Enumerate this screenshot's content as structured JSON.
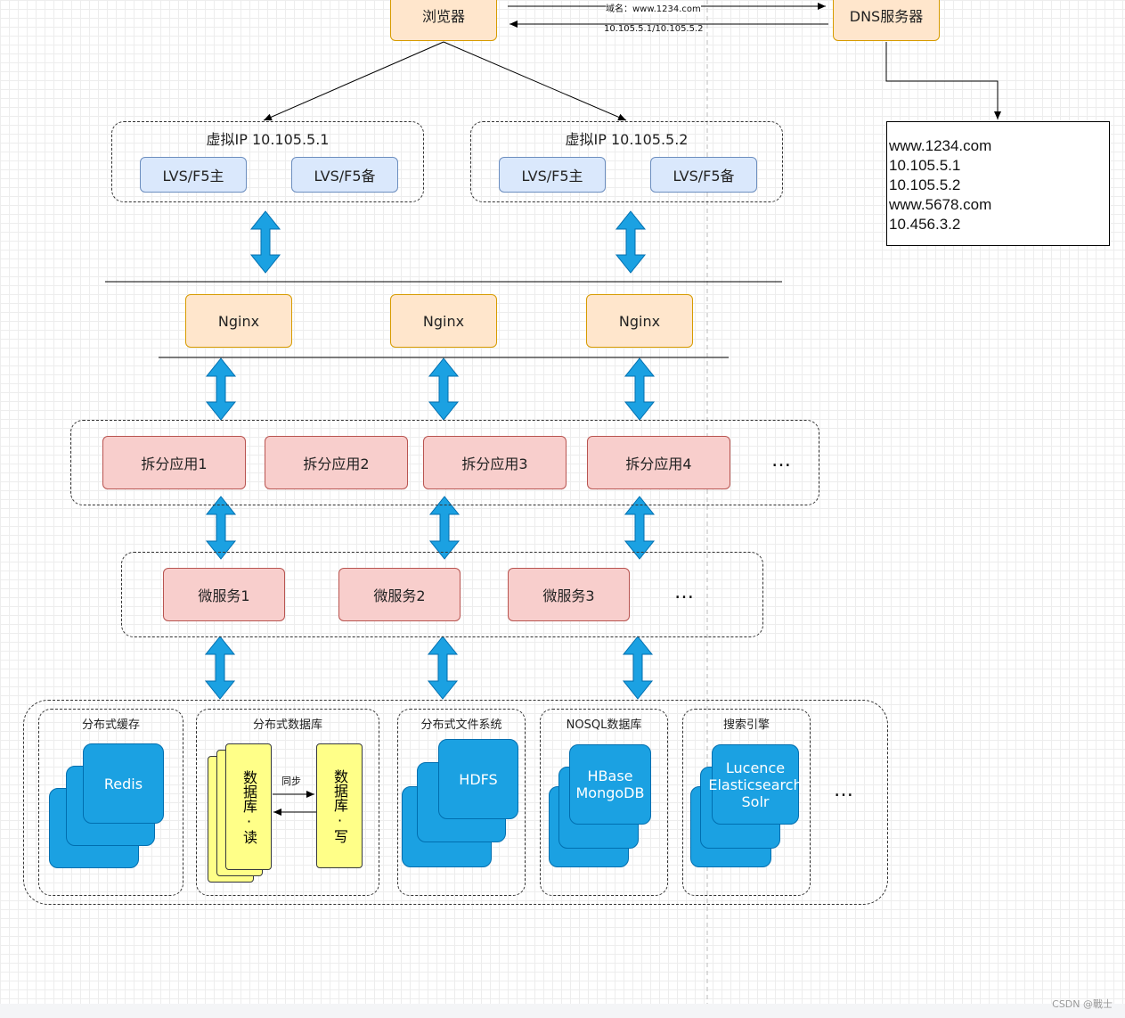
{
  "browser": "浏览器",
  "dns_server": "DNS服务器",
  "arrow_domain": "域名：www.1234.com",
  "arrow_ips": "10.105.5.1/10.105.5.2",
  "dns_table": [
    "www.1234.com",
    "10.105.5.1",
    "10.105.5.2",
    "www.5678.com",
    "10.456.3.2"
  ],
  "vip_groups": [
    {
      "title": "虚拟IP 10.105.5.1",
      "master": "LVS/F5主",
      "backup": "LVS/F5备"
    },
    {
      "title": "虚拟IP 10.105.5.2",
      "master": "LVS/F5主",
      "backup": "LVS/F5备"
    }
  ],
  "nginx": [
    "Nginx",
    "Nginx",
    "Nginx"
  ],
  "apps": [
    "拆分应用1",
    "拆分应用2",
    "拆分应用3",
    "拆分应用4"
  ],
  "apps_more": "…",
  "services": [
    "微服务1",
    "微服务2",
    "微服务3"
  ],
  "services_more": "…",
  "storage": {
    "cache": {
      "title": "分布式缓存",
      "label": "Redis"
    },
    "database": {
      "title": "分布式数据库",
      "read": "数据库·读",
      "write": "数据库·写",
      "sync": "同步"
    },
    "fs": {
      "title": "分布式文件系统",
      "label": "HDFS"
    },
    "nosql": {
      "title": "NOSQL数据库",
      "label1": "HBase",
      "label2": "MongoDB"
    },
    "search": {
      "title": "搜索引擎",
      "label1": "Lucence",
      "label2": "Elasticsearch",
      "label3": "Solr"
    },
    "more": "…"
  },
  "footer": "CSDN @戰士",
  "colors": {
    "arrow_blue": "#1ba1e2",
    "arrow_stroke": "#006eaf"
  }
}
